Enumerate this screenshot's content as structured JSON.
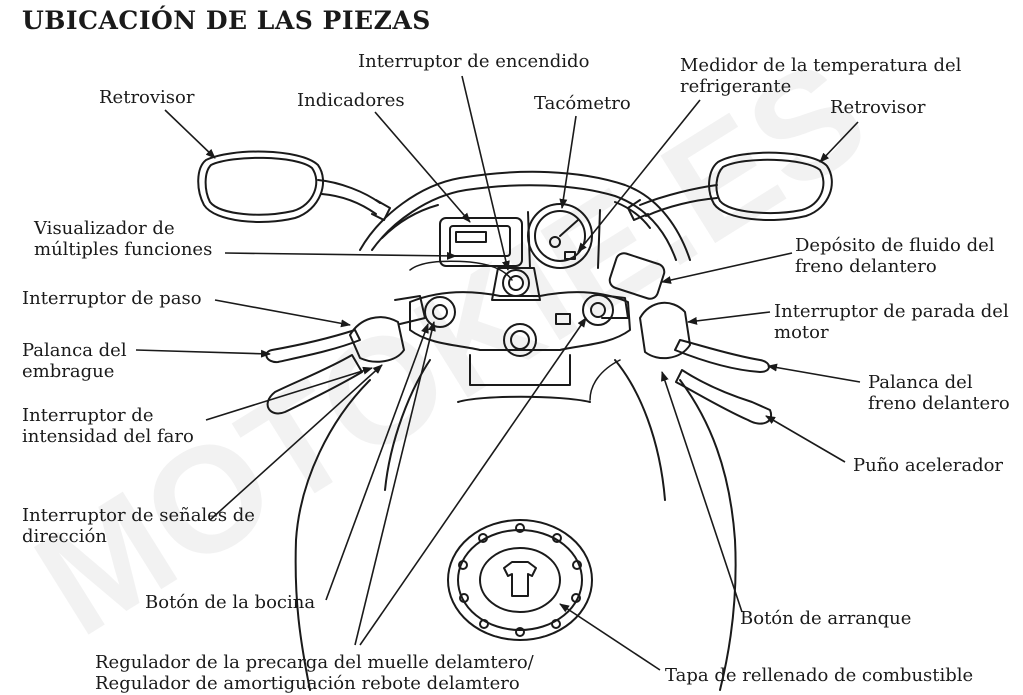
{
  "title": "UBICACIÓN DE LAS PIEZAS",
  "watermark": "MOTOKIE.ES",
  "labels": {
    "retrovisor_left": "Retrovisor",
    "interruptor_encendido": "Interruptor de encendido",
    "medidor_temp_1": "Medidor de la temperatura del",
    "medidor_temp_2": "refrigerante",
    "indicadores": "Indicadores",
    "tacometro": "Tacómetro",
    "retrovisor_right": "Retrovisor",
    "visualizador_1": "Visualizador de",
    "visualizador_2": "múltiples funciones",
    "deposito_1": "Depósito de fluido del",
    "deposito_2": "freno delantero",
    "interruptor_paso": "Interruptor de paso",
    "parada_1": "Interruptor de parada del",
    "parada_2": "motor",
    "embrague_1": "Palanca del",
    "embrague_2": "embrague",
    "freno_1": "Palanca del",
    "freno_2": "freno delantero",
    "faro_1": "Interruptor de",
    "faro_2": "intensidad del faro",
    "acelerador": "Puño acelerador",
    "senales_1": "Interruptor de señales de",
    "senales_2": "dirección",
    "bocina": "Botón de la bocina",
    "arranque": "Botón de arranque",
    "regulador_1": "Regulador de la precarga del muelle delamtero/",
    "regulador_2": "Regulador de amortiguación rebote delamtero",
    "tapa": "Tapa de rellenado de combustible"
  }
}
